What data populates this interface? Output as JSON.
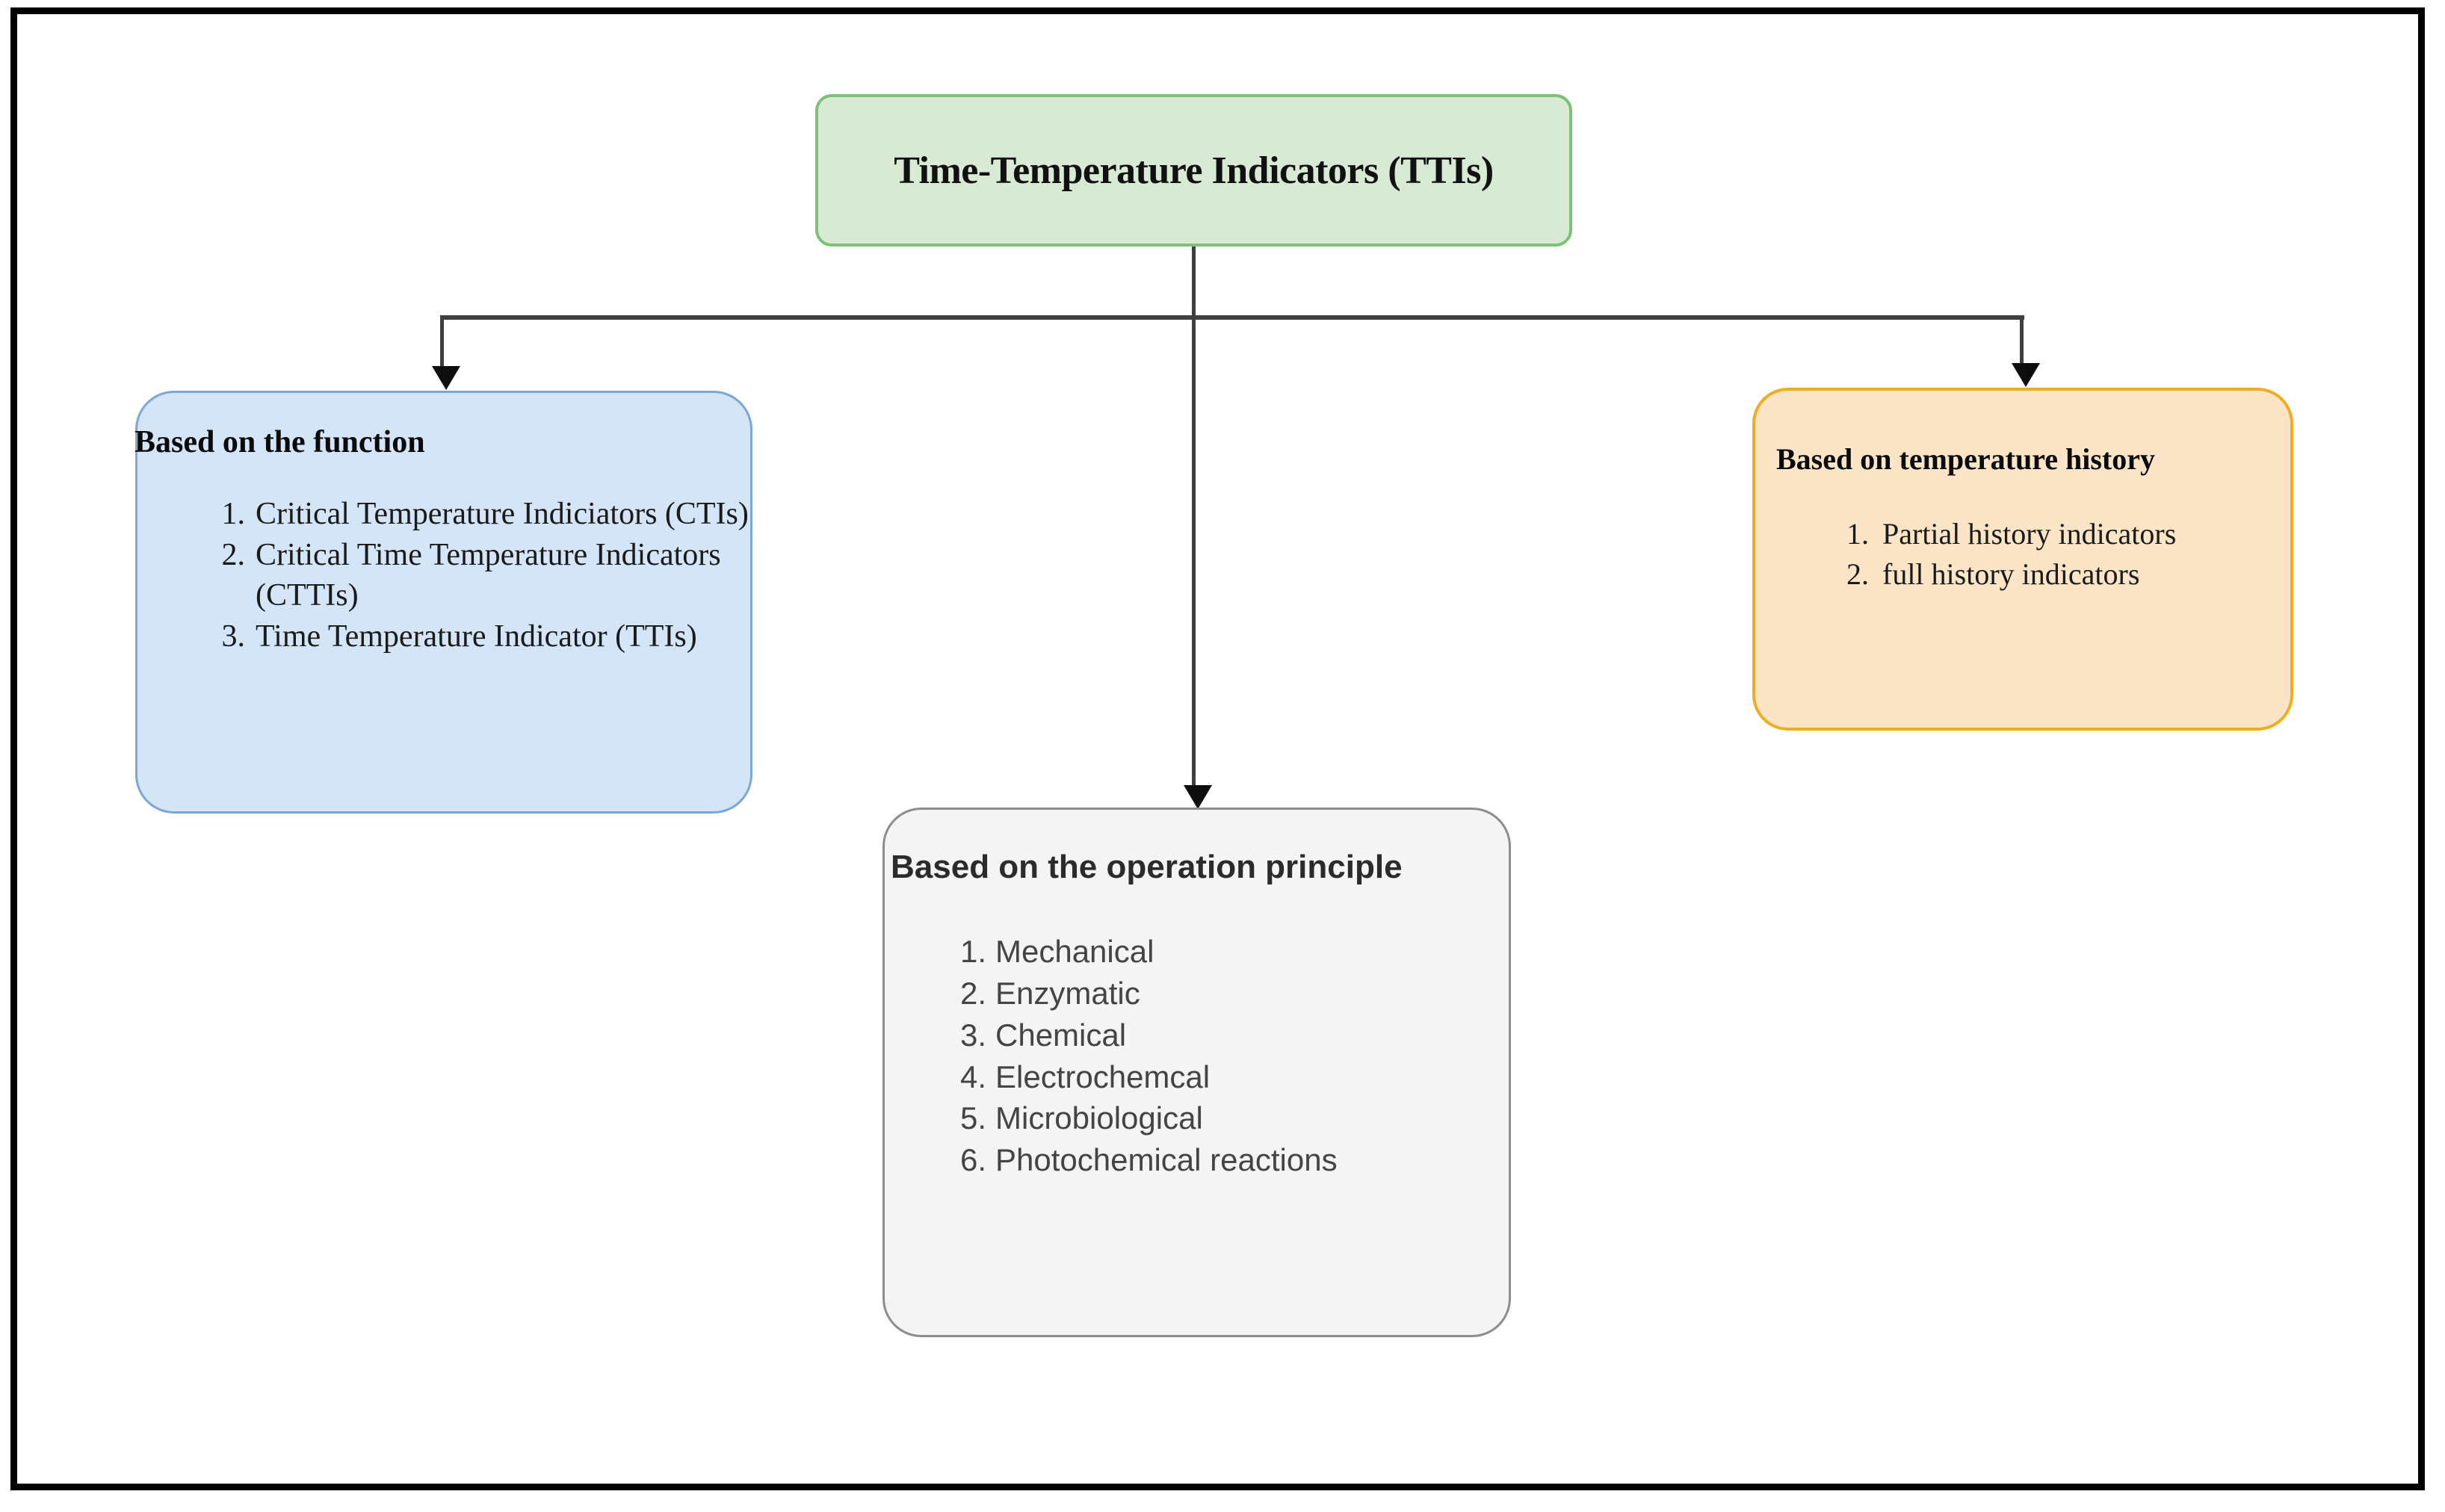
{
  "diagram": {
    "root": {
      "title": "Time-Temperature Indicators (TTIs)",
      "fill": "#d8ead3",
      "stroke": "#7dc07a"
    },
    "branches": [
      {
        "id": "function",
        "heading": "Based on the function",
        "fill": "#d4e5f7",
        "stroke": "#7ba7d4",
        "items": [
          {
            "num": "1.",
            "text": "Critical Temperature Indiciators (CTIs)"
          },
          {
            "num": "2.",
            "text": "Critical Time Temperature Indicators (CTTIs)"
          },
          {
            "num": "3.",
            "text": "Time Temperature Indicator (TTIs)"
          }
        ]
      },
      {
        "id": "principle",
        "heading": "Based on the operation principle",
        "fill": "#f4f4f4",
        "stroke": "#8d8d8d",
        "items": [
          {
            "num": "1.",
            "text": "Mechanical"
          },
          {
            "num": "2.",
            "text": "Enzymatic"
          },
          {
            "num": "3.",
            "text": "Chemical"
          },
          {
            "num": "4.",
            "text": "Electrochemcal"
          },
          {
            "num": "5.",
            "text": "Microbiological"
          },
          {
            "num": "6.",
            "text": "Photochemical reactions"
          }
        ]
      },
      {
        "id": "history",
        "heading": "Based on temperature history",
        "fill": "#fce5c6",
        "stroke": "#f0ad1f",
        "items": [
          {
            "num": "1.",
            "text": "Partial history indicators"
          },
          {
            "num": "2.",
            "text": "  full history indicators"
          }
        ]
      }
    ],
    "connector_color": "#3f3f3f",
    "frame_color": "#000000"
  }
}
